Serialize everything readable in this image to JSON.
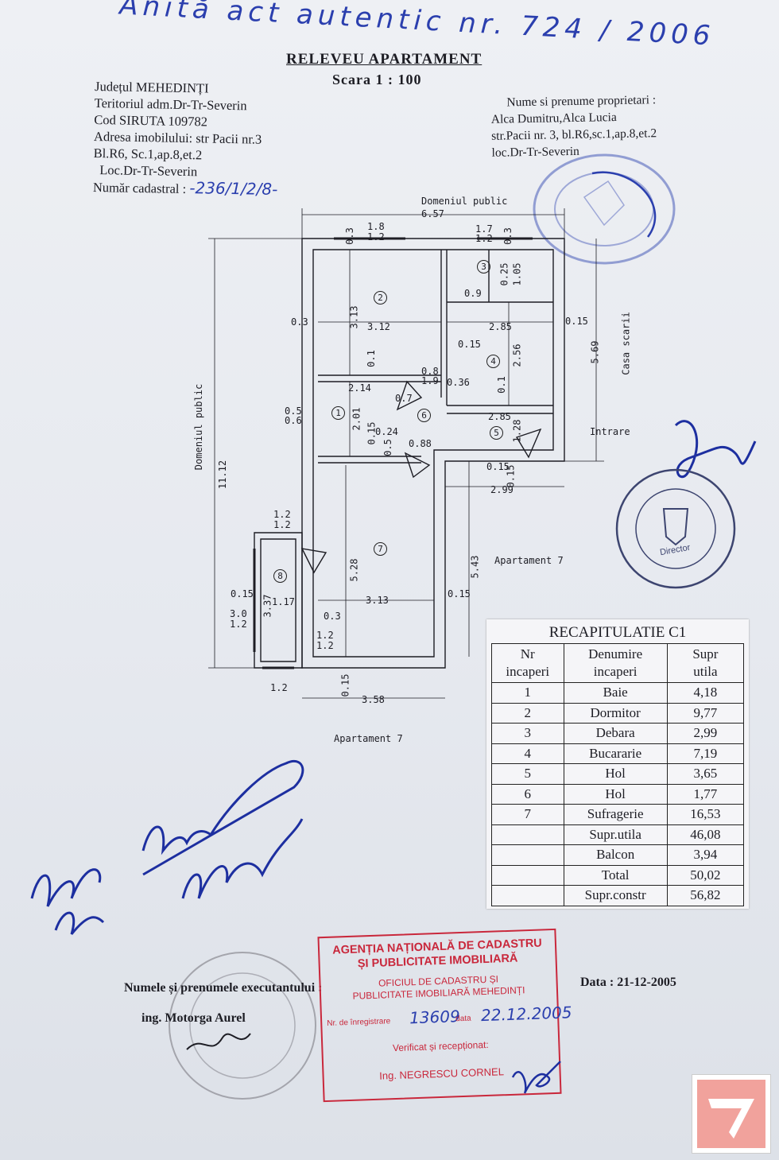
{
  "header": {
    "handwritten_note": "Anită act autentic nr. 724 / 2006",
    "title": "RELEVEU APARTAMENT",
    "scale": "Scara  1 : 100"
  },
  "property_info": {
    "county": "Județul MEHEDINȚI",
    "territory": "Teritoriul adm.Dr-Tr-Severin",
    "siruta": "Cod SIRUTA 109782",
    "address": "Adresa imobilului: str Pacii nr.3",
    "block": "Bl.R6, Sc.1,ap.8,et.2",
    "locality": "Loc.Dr-Tr-Severin",
    "cadastral_label": "Număr cadastral :",
    "cadastral_value": "-236/1/2/8-"
  },
  "owners": {
    "label": "Nume si prenume proprietari :",
    "names": "Alca Dumitru,Alca Lucia",
    "address": "str.Pacii nr. 3, bl.R6,sc.1,ap.8,et.2",
    "locality": "loc.Dr-Tr-Severin"
  },
  "plan": {
    "labels": {
      "public_domain_top": "Domeniul public",
      "public_domain_left": "Domeniul public",
      "stairwell": "Casa scarii",
      "entrance": "Intrare",
      "apt_right": "Apartament 7",
      "apt_bottom": "Apartament 7"
    },
    "rooms": [
      "1",
      "2",
      "3",
      "4",
      "5",
      "6",
      "7",
      "8"
    ],
    "dimensions": {
      "top_total": "6.57",
      "left_total": "11.12",
      "right_upper": "5.69",
      "r2_height": "3.13",
      "r2_width": "3.12",
      "r4_width": "2.85",
      "r4_height": "2.56",
      "r3_height": "1.05",
      "r1_width": "2.14",
      "r1_height": "2.01",
      "r5_width": "2.85",
      "r5_height": "1.28",
      "hall_width": "0.88",
      "lower_width": "2.99",
      "r7_height": "5.28",
      "r7_outer": "5.43",
      "r7_width": "3.13",
      "r8_height": "3.37",
      "r8_width": "1.17",
      "bottom_width": "3.58",
      "wall_03a": "0.3",
      "wall_03b": "0.3",
      "wall_03c": "0.3",
      "wall_03d": "0.3",
      "wall_015a": "0.15",
      "wall_015b": "0.15",
      "wall_015c": "0.15",
      "wall_015d": "0.15",
      "wall_015e": "0.15",
      "wall_015f": "0.15",
      "wall_015g": "0.15",
      "wall_015h": "0.15",
      "wall_01a": "0.1",
      "wall_01b": "0.1",
      "wall_025": "0.25",
      "wall_024": "0.24",
      "wall_036": "0.36",
      "wall_05": "0.5",
      "win_18": "1.8",
      "win_17": "1.7",
      "win_12": "1.2",
      "win_12b": "1.2",
      "win_12c": "1.2",
      "win_12d": "1.2",
      "win_12e": "1.2",
      "win_12f": "1.2",
      "win_12g": "1.2",
      "win_12h": "1.2",
      "win_30": "3.0",
      "win_05": "0.5",
      "win_06": "0.6",
      "door_08": "0.8",
      "door_19": "1.9",
      "door_07": "0.7",
      "door_09": "0.9"
    }
  },
  "recap": {
    "title": "RECAPITULATIE  C1",
    "headers": [
      "Nr\nincaperi",
      "Denumire\nincaperi",
      "Supr\nutila"
    ],
    "rows": [
      [
        "1",
        "Baie",
        "4,18"
      ],
      [
        "2",
        "Dormitor",
        "9,77"
      ],
      [
        "3",
        "Debara",
        "2,99"
      ],
      [
        "4",
        "Bucararie",
        "7,19"
      ],
      [
        "5",
        "Hol",
        "3,65"
      ],
      [
        "6",
        "Hol",
        "1,77"
      ],
      [
        "7",
        "Sufragerie",
        "16,53"
      ],
      [
        "",
        "Supr.utila",
        "46,08"
      ],
      [
        "",
        "Balcon",
        "3,94"
      ],
      [
        "",
        "Total",
        "50,02"
      ],
      [
        "",
        "Supr.constr",
        "56,82"
      ]
    ]
  },
  "footer": {
    "executant_label": "Numele și prenumele executantului :",
    "executant_name": "ing. Motorga Aurel",
    "date": "Data : 21-12-2005"
  },
  "stamps": {
    "ancpi_line1": "AGENȚIA NAȚIONALĂ DE CADASTRU",
    "ancpi_line2": "ȘI PUBLICITATE IMOBILIARĂ",
    "office_line1": "OFICIUL DE CADASTRU ȘI",
    "office_line2": "PUBLICITATE IMOBILIARĂ MEHEDINȚI",
    "reg_label": "Nr. de înregistrare",
    "reg_number": "13609",
    "reg_date_label": "data",
    "reg_date": "22.12.2005",
    "verified": "Verificat și recepționat:",
    "verifier": "Ing. NEGRESCU CORNEL",
    "round_director": "Director"
  },
  "colors": {
    "ink": "#1d1d24",
    "pen": "#2b3fae",
    "stamp_red": "#c9283c",
    "stamp_blue": "#4a5ba8",
    "paper": "#e8ebf0"
  }
}
